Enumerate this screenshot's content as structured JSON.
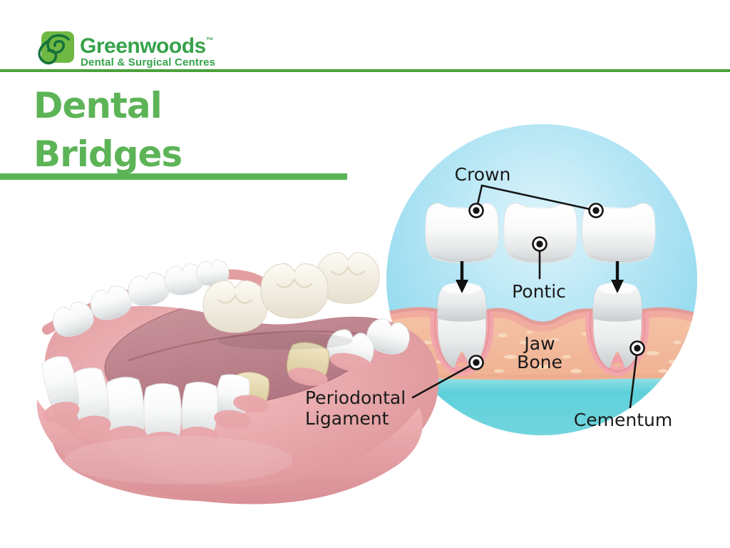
{
  "brand": {
    "name": "Greenwoods",
    "trademark": "™",
    "tagline": "Dental & Surgical Centres"
  },
  "title": {
    "line1": "Dental",
    "line2": "Bridges"
  },
  "diagram_labels": {
    "crown": "Crown",
    "pontic": "Pontic",
    "jaw_bone": {
      "line1": "Jaw",
      "line2": "Bone"
    },
    "periodontal": {
      "line1": "Periodontal",
      "line2": "Ligament"
    },
    "cementum": "Cementum"
  },
  "icons": {
    "logo_mark": "greenwoods-leaf-g"
  },
  "colors": {
    "brand_green": "#36a24a",
    "logo_square_green": "#6fb844",
    "logo_swirl_green": "#15733a",
    "title_green": "#5cb457",
    "rule_green": "#4aa23a",
    "label_text": "#1a1a1a",
    "circle_blue_center": "#dff4fb",
    "circle_blue_edge": "#79cde8",
    "bone_fill": "#f3bb9e",
    "bone_spot": "#f8d9bd",
    "gum_stripe": "#efa49c",
    "teal_water": "#5ed0da",
    "gum_pink": "#e09a9e",
    "tooth_white": "#f7f8f8",
    "stump_cream": "#e9dcb4"
  }
}
